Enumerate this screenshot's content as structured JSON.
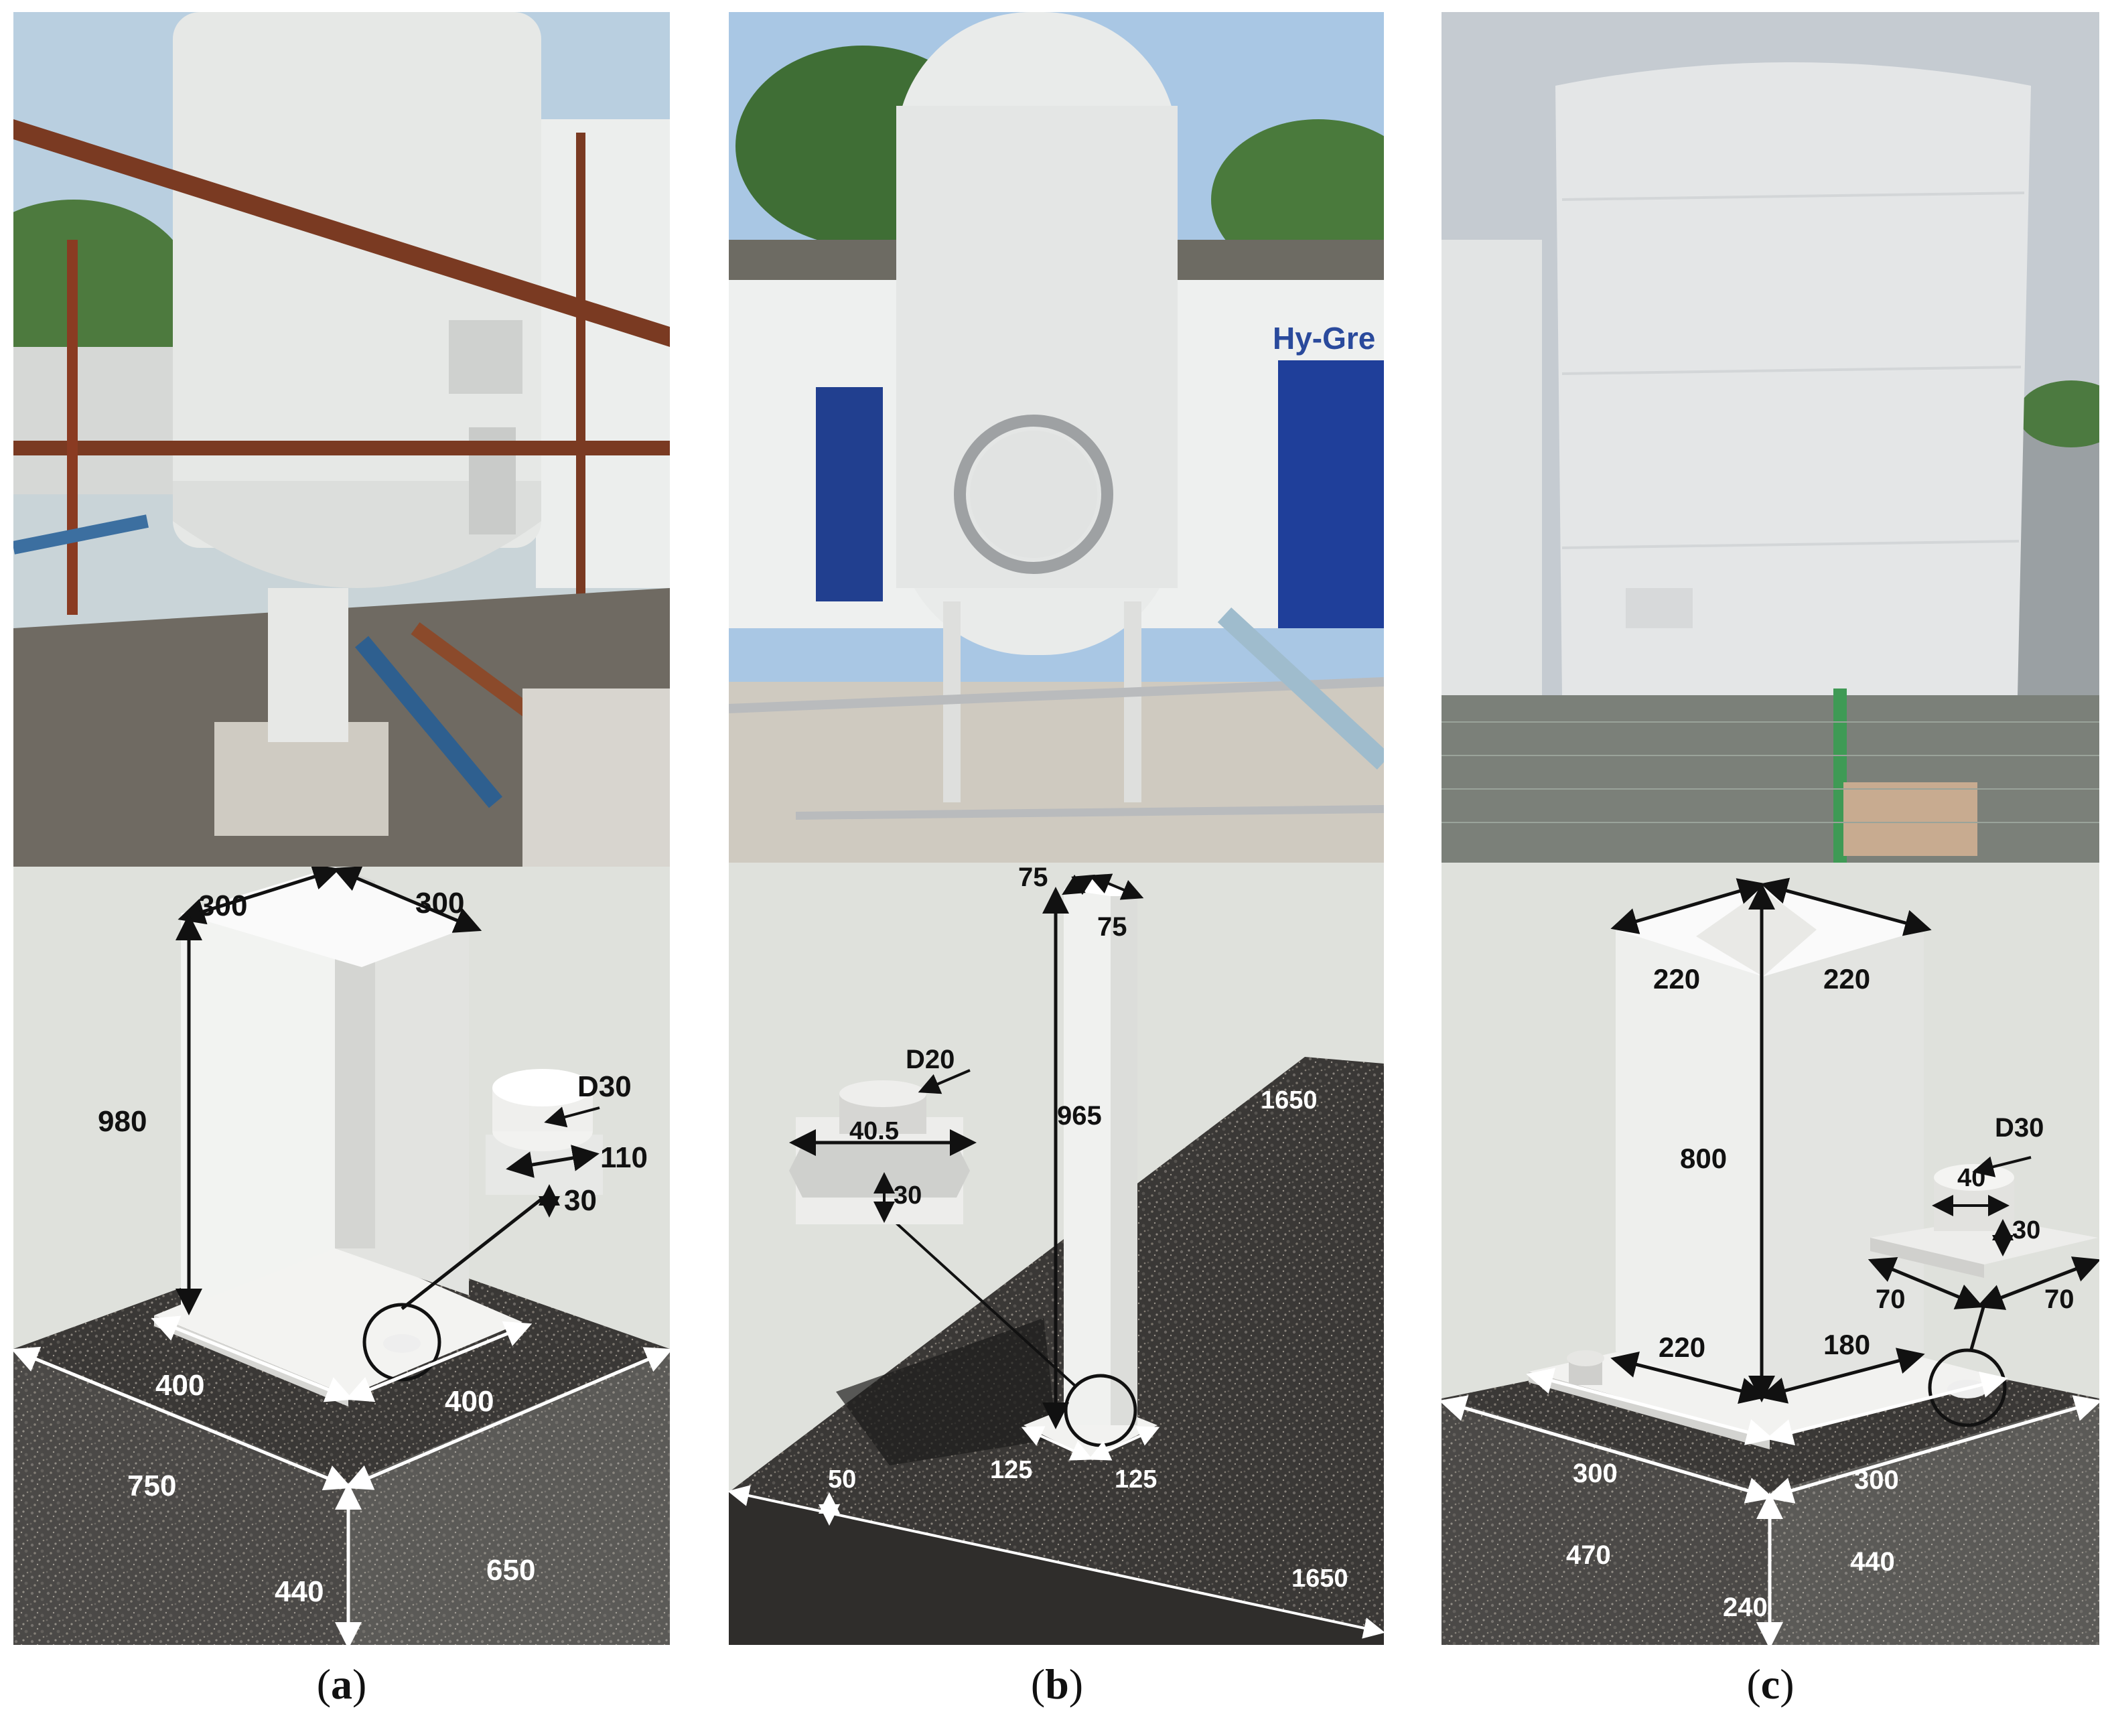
{
  "panels": [
    {
      "id": "a",
      "label": "a",
      "dims": {
        "top_left": "300",
        "top_right": "300",
        "height": "980",
        "bolt_d": "D30",
        "bolt_w": "110",
        "bolt_h": "30",
        "plate_left": "400",
        "plate_right": "400",
        "base_left": "750",
        "base_depth": "440",
        "base_right": "650"
      }
    },
    {
      "id": "b",
      "label": "b",
      "photo_sign": "Hy-Gre",
      "dims": {
        "top_a": "75",
        "top_b": "75",
        "bolt_d": "D20",
        "bolt_w": "40.5",
        "bolt_h": "30",
        "height": "965",
        "slab_far": "1650",
        "slab_thick": "50",
        "plate_left": "125",
        "plate_right": "125",
        "slab_near": "1650"
      }
    },
    {
      "id": "c",
      "label": "c",
      "dims": {
        "top_left": "220",
        "top_right": "220",
        "height": "800",
        "bolt_d": "D30",
        "bolt_w": "40",
        "bolt_h": "30",
        "washer_left": "70",
        "washer_right": "70",
        "col_base": "220",
        "col_side": "180",
        "plate_left": "300",
        "plate_right": "300",
        "base_left": "470",
        "base_right": "440",
        "base_depth": "240"
      }
    }
  ],
  "colors": {
    "tank": "#e6e8e6",
    "concrete": "#3a3836",
    "render_bg": "#dfe1dc",
    "arrow_dark": "#111111",
    "arrow_light": "#ffffff",
    "sky": "#a9c7e4"
  }
}
